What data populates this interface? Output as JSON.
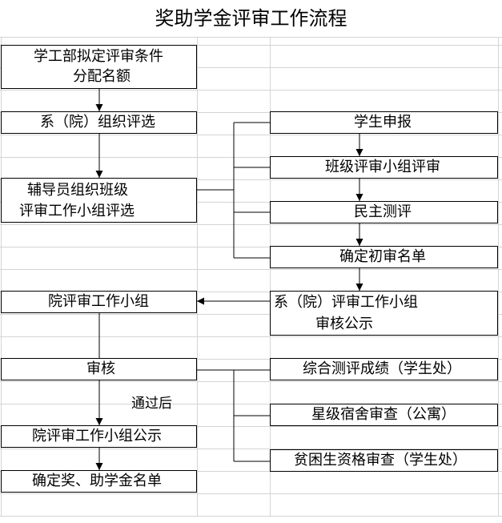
{
  "title": "奖助学金评审工作流程",
  "left_flow": {
    "conditions_line1": "学工部拟定评审条件",
    "conditions_line2": "分配名额",
    "dept_select": "系（院）组织评选",
    "counselor_line1": "辅导员组织班级",
    "counselor_line2": "评审工作小组评选",
    "college_group": "院评审工作小组",
    "review": "审核",
    "passed_note": "通过后",
    "college_publicity": "院评审工作小组公示",
    "final_list": "确定奖、助学金名单"
  },
  "right_flow": {
    "student_apply": "学生申报",
    "class_review": "班级评审小组评审",
    "democratic_eval": "民主测评",
    "preliminary_list": "确定初审名单",
    "dept_group_line1": "系（院）评审工作小组",
    "dept_group_line2": "审核公示",
    "composite_score": "综合测评成绩（学生处）",
    "dorm_check": "星级宿舍审查（公寓）",
    "poverty_check": "贫困生资格审查（学生处）"
  },
  "colors": {
    "grid": "#d4d4d4",
    "line": "#000000",
    "background": "#ffffff"
  }
}
